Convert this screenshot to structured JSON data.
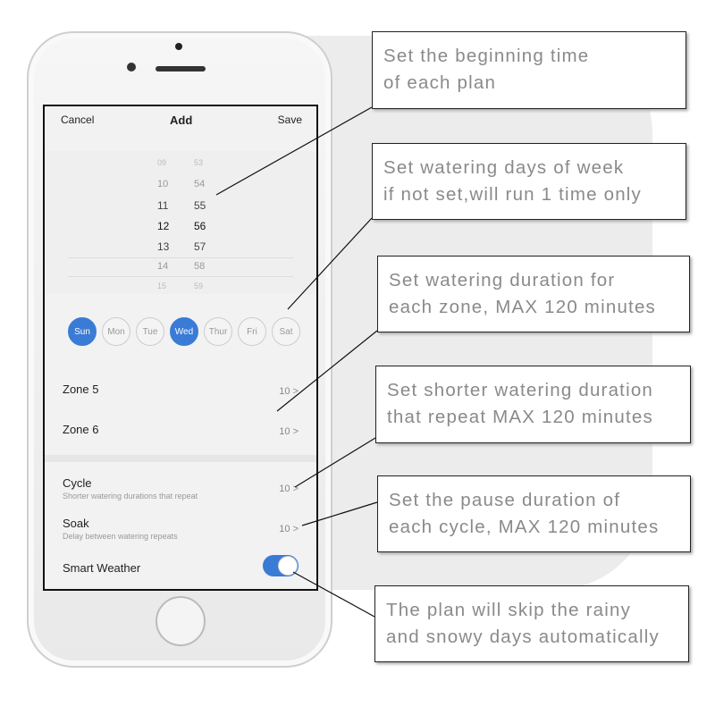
{
  "app": {
    "cancel": "Cancel",
    "title": "Add",
    "save": "Save"
  },
  "picker": {
    "rows": [
      [
        "09",
        "53"
      ],
      [
        "10",
        "54"
      ],
      [
        "11",
        "55"
      ],
      [
        "12",
        "56"
      ],
      [
        "13",
        "57"
      ],
      [
        "14",
        "58"
      ],
      [
        "15",
        "59"
      ]
    ]
  },
  "days": [
    {
      "label": "Sun",
      "on": true
    },
    {
      "label": "Mon",
      "on": false
    },
    {
      "label": "Tue",
      "on": false
    },
    {
      "label": "Wed",
      "on": true
    },
    {
      "label": "Thur",
      "on": false
    },
    {
      "label": "Fri",
      "on": false
    },
    {
      "label": "Sat",
      "on": false
    }
  ],
  "rows": {
    "zone5": {
      "label": "Zone 5",
      "value": "10"
    },
    "zone6": {
      "label": "Zone 6",
      "value": "10"
    },
    "cycle": {
      "label": "Cycle",
      "sub": "Shorter watering durations that repeat",
      "value": "10"
    },
    "soak": {
      "label": "Soak",
      "sub": "Delay between watering repeats",
      "value": "10"
    },
    "weather": {
      "label": "Smart Weather",
      "on": true
    }
  },
  "callouts": [
    [
      "Set the beginning time",
      "of each plan"
    ],
    [
      "Set watering days of week",
      "if not set,will run 1 time only"
    ],
    [
      "Set watering duration for",
      "each zone, MAX 120 minutes"
    ],
    [
      "Set shorter watering duration",
      "that repeat MAX 120 minutes"
    ],
    [
      "Set the pause duration of",
      "each cycle, MAX 120 minutes"
    ],
    [
      "The plan will skip the rainy",
      "and snowy days automatically"
    ]
  ],
  "colors": {
    "accent": "#3a7bd5"
  }
}
